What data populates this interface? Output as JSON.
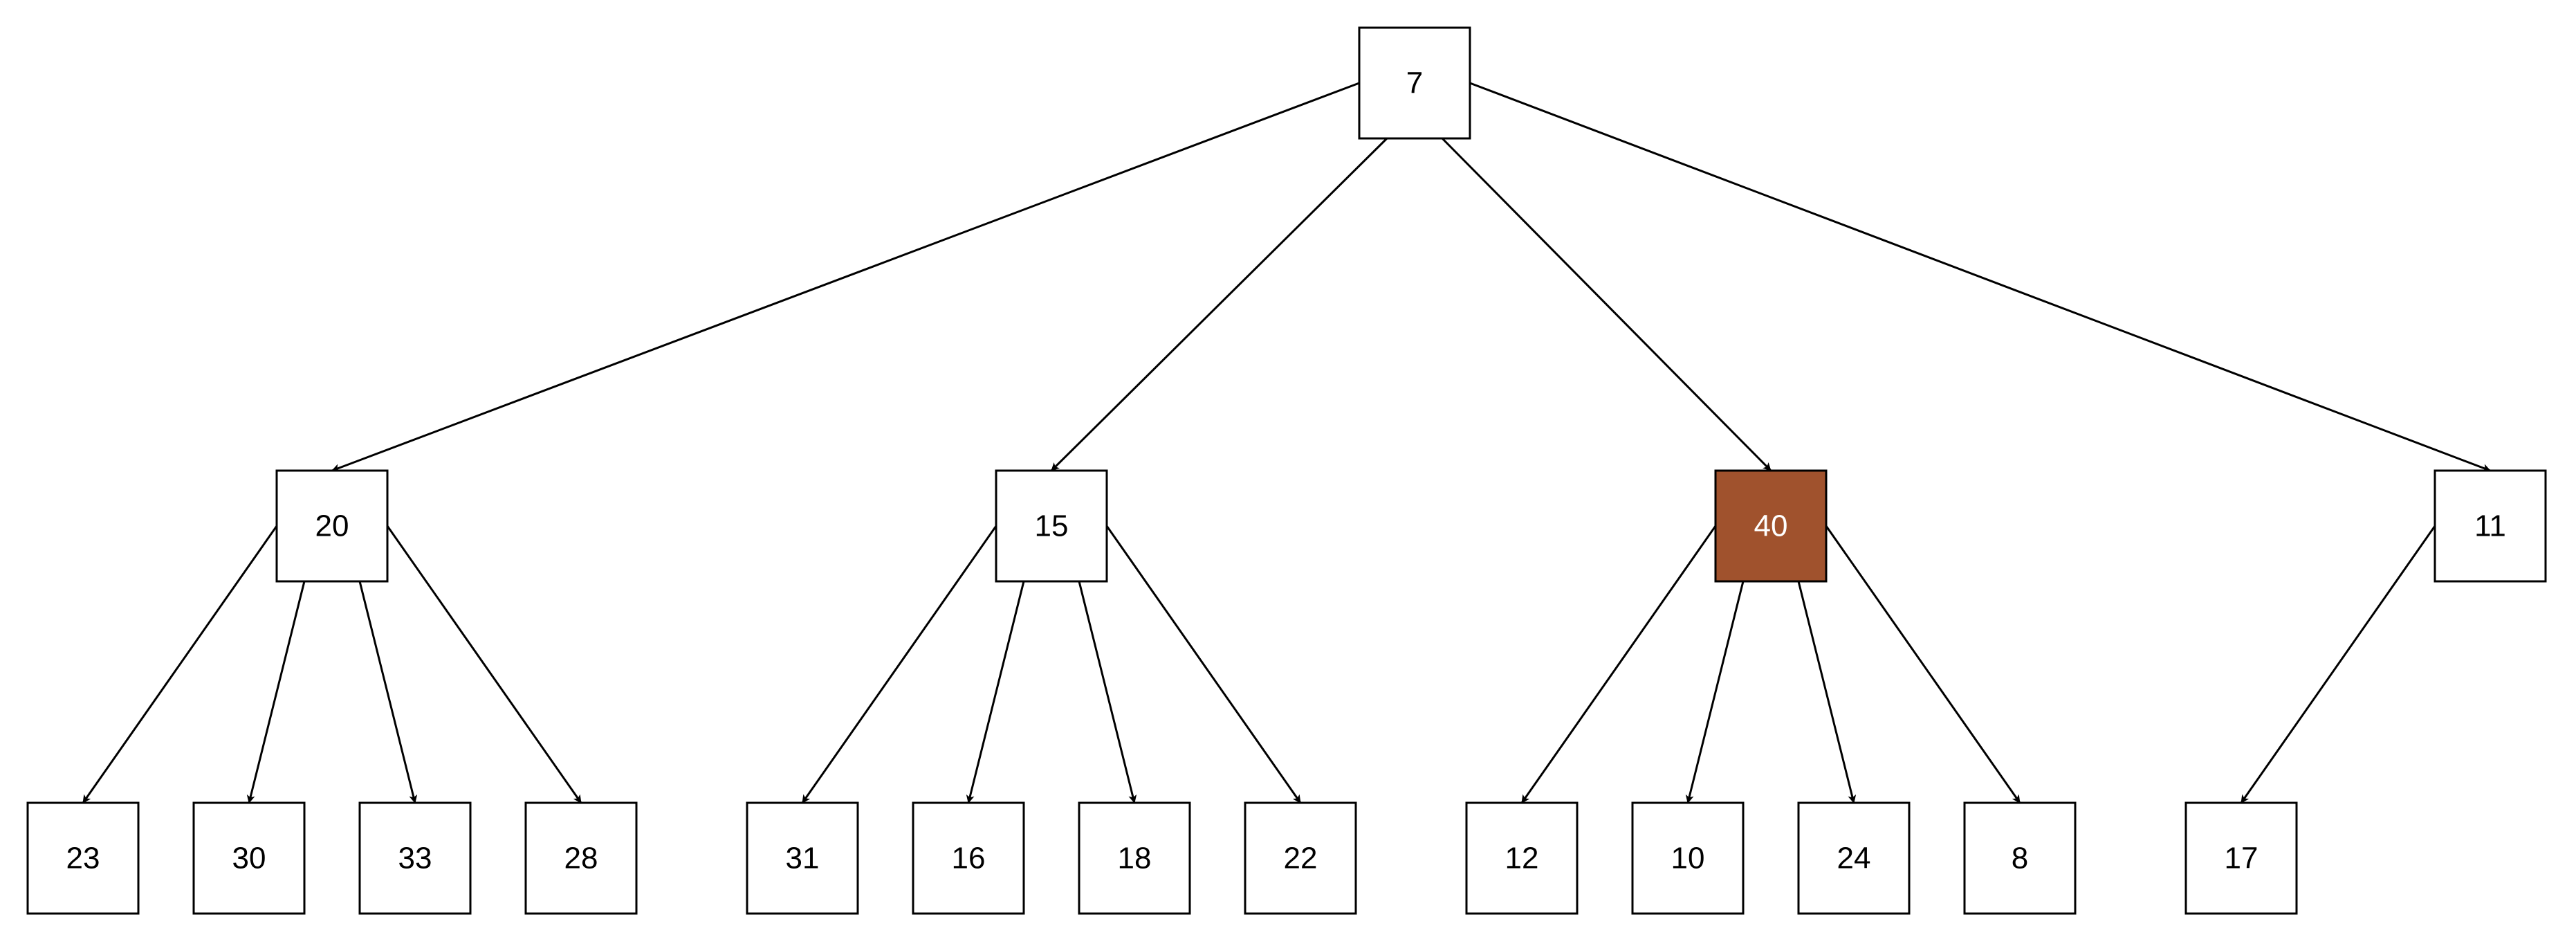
{
  "colors": {
    "node_fill": "#ffffff",
    "node_stroke": "#000000",
    "node_text": "#000000",
    "highlight_fill": "#a0522d",
    "highlight_stroke": "#6b3418",
    "highlight_text": "#ffffff",
    "edge": "#000000"
  },
  "tree": {
    "nodes": [
      {
        "id": "n7",
        "label": "7",
        "level": 0,
        "highlighted": false
      },
      {
        "id": "n20",
        "label": "20",
        "level": 1,
        "highlighted": false
      },
      {
        "id": "n15",
        "label": "15",
        "level": 1,
        "highlighted": false
      },
      {
        "id": "n40",
        "label": "40",
        "level": 1,
        "highlighted": true
      },
      {
        "id": "n11",
        "label": "11",
        "level": 1,
        "highlighted": false
      },
      {
        "id": "n23",
        "label": "23",
        "level": 2,
        "highlighted": false
      },
      {
        "id": "n30",
        "label": "30",
        "level": 2,
        "highlighted": false
      },
      {
        "id": "n33",
        "label": "33",
        "level": 2,
        "highlighted": false
      },
      {
        "id": "n28",
        "label": "28",
        "level": 2,
        "highlighted": false
      },
      {
        "id": "n31",
        "label": "31",
        "level": 2,
        "highlighted": false
      },
      {
        "id": "n16",
        "label": "16",
        "level": 2,
        "highlighted": false
      },
      {
        "id": "n18",
        "label": "18",
        "level": 2,
        "highlighted": false
      },
      {
        "id": "n22",
        "label": "22",
        "level": 2,
        "highlighted": false
      },
      {
        "id": "n12",
        "label": "12",
        "level": 2,
        "highlighted": false
      },
      {
        "id": "n10",
        "label": "10",
        "level": 2,
        "highlighted": false
      },
      {
        "id": "n24",
        "label": "24",
        "level": 2,
        "highlighted": false
      },
      {
        "id": "n8",
        "label": "8",
        "level": 2,
        "highlighted": false
      },
      {
        "id": "n17",
        "label": "17",
        "level": 2,
        "highlighted": false
      }
    ],
    "edges": [
      {
        "from": "n7",
        "to": "n20"
      },
      {
        "from": "n7",
        "to": "n15"
      },
      {
        "from": "n7",
        "to": "n40"
      },
      {
        "from": "n7",
        "to": "n11"
      },
      {
        "from": "n20",
        "to": "n23"
      },
      {
        "from": "n20",
        "to": "n30"
      },
      {
        "from": "n20",
        "to": "n33"
      },
      {
        "from": "n20",
        "to": "n28"
      },
      {
        "from": "n15",
        "to": "n31"
      },
      {
        "from": "n15",
        "to": "n16"
      },
      {
        "from": "n15",
        "to": "n18"
      },
      {
        "from": "n15",
        "to": "n22"
      },
      {
        "from": "n40",
        "to": "n12"
      },
      {
        "from": "n40",
        "to": "n10"
      },
      {
        "from": "n40",
        "to": "n24"
      },
      {
        "from": "n40",
        "to": "n8"
      },
      {
        "from": "n11",
        "to": "n17"
      }
    ]
  }
}
